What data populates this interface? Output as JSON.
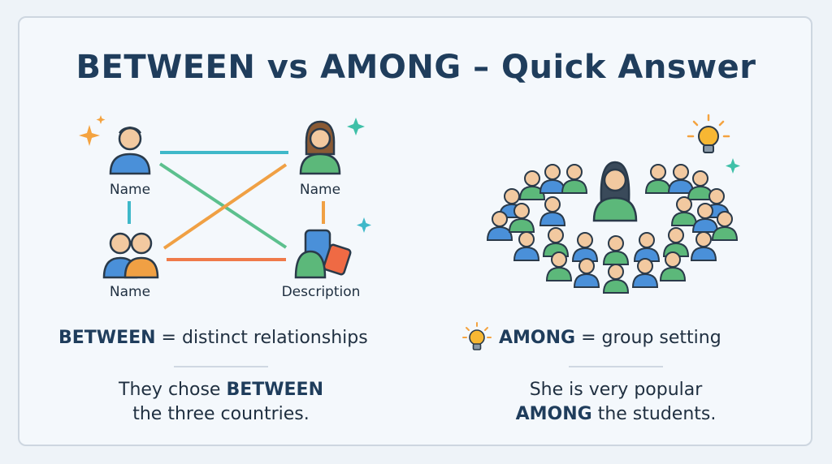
{
  "title": "BETWEEN vs AMONG – Quick Answer",
  "between": {
    "labels": {
      "top_left": "Name",
      "top_right": "Name",
      "bottom_left": "Name",
      "bottom_right": "Description"
    },
    "keyword": "BETWEEN",
    "rule": "= distinct relationships",
    "example_line1_prefix": "They chose ",
    "example_line1_keyword": "BETWEEN",
    "example_line2": "the three countries."
  },
  "among": {
    "keyword": "AMONG",
    "rule": "= group setting",
    "example_line1": "She is very popular",
    "example_line2_keyword": "AMONG",
    "example_line2_suffix": " the students."
  },
  "colors": {
    "title": "#1f3d5c",
    "blue": "#4a90d9",
    "green": "#5cb87a",
    "orange": "#f0a044",
    "teal_line": "#3fb8c9",
    "star_orange": "#f4a340",
    "star_teal": "#3fc0a8"
  },
  "icons": [
    "person-icon",
    "group-icon",
    "device-icon",
    "sparkle-icon",
    "lightbulb-icon"
  ]
}
